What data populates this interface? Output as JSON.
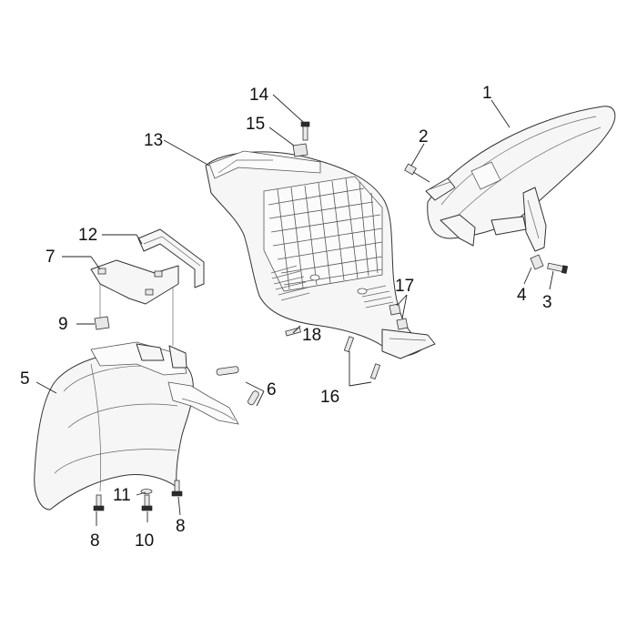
{
  "callouts": [
    {
      "id": "c1",
      "label": "1"
    },
    {
      "id": "c2",
      "label": "2"
    },
    {
      "id": "c3",
      "label": "3"
    },
    {
      "id": "c4",
      "label": "4"
    },
    {
      "id": "c5",
      "label": "5"
    },
    {
      "id": "c6",
      "label": "6"
    },
    {
      "id": "c7",
      "label": "7"
    },
    {
      "id": "c8a",
      "label": "8"
    },
    {
      "id": "c8b",
      "label": "8"
    },
    {
      "id": "c9",
      "label": "9"
    },
    {
      "id": "c10",
      "label": "10"
    },
    {
      "id": "c11",
      "label": "11"
    },
    {
      "id": "c12",
      "label": "12"
    },
    {
      "id": "c13",
      "label": "13"
    },
    {
      "id": "c14",
      "label": "14"
    },
    {
      "id": "c15",
      "label": "15"
    },
    {
      "id": "c16",
      "label": "16"
    },
    {
      "id": "c17",
      "label": "17"
    },
    {
      "id": "c18",
      "label": "18"
    }
  ]
}
